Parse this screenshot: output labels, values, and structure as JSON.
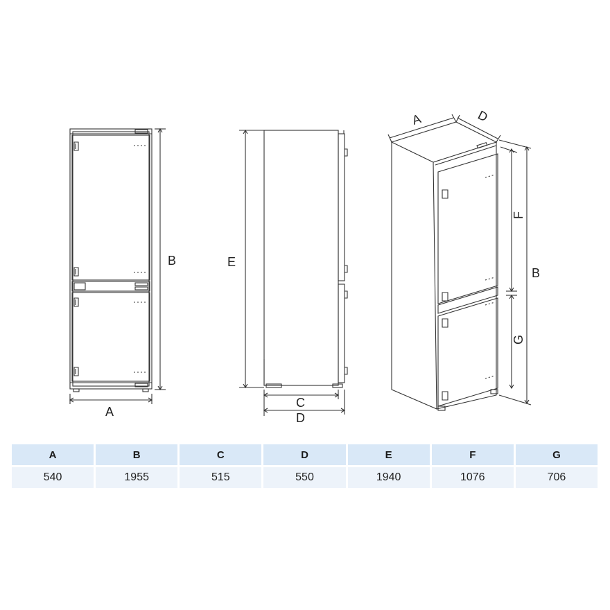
{
  "dimension_labels": {
    "A": "A",
    "B": "B",
    "C": "C",
    "D": "D",
    "E": "E",
    "F": "F",
    "G": "G"
  },
  "table": {
    "headers": [
      "A",
      "B",
      "C",
      "D",
      "E",
      "F",
      "G"
    ],
    "values": [
      "540",
      "1955",
      "515",
      "550",
      "1940",
      "1076",
      "706"
    ]
  }
}
